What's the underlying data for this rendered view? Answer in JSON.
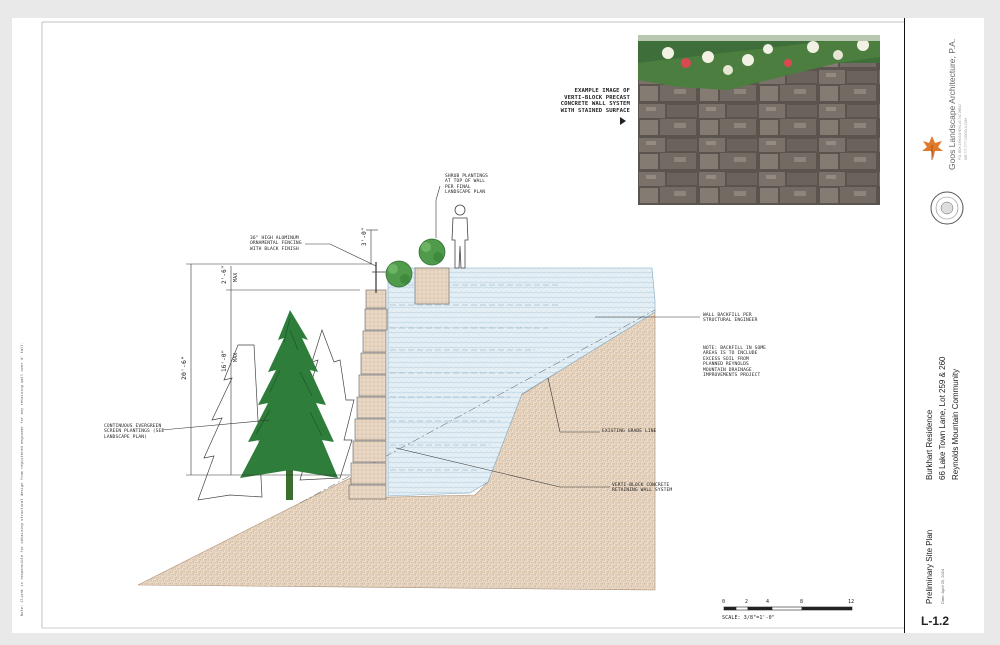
{
  "callouts": {
    "example_image": "EXAMPLE IMAGE OF\nVERTI-BLOCK PRECAST\nCONCRETE WALL SYSTEM\nWITH STAINED SURFACE",
    "shrub_plantings": "SHRUB PLANTINGS\nAT TOP OF WALL\nPER FINAL\nLANDSCAPE PLAN",
    "fencing": "36\" HIGH ALUMINUM\nORNAMENTAL FENCING\nWITH BLACK FINISH",
    "wall_backfill": "WALL BACKFILL PER\nSTRUCTURAL ENGINEER",
    "note": "NOTE: BACKFILL IN SOME\nAREAS IS TO INCLUDE\nEXCESS SOIL FROM\nPLANNED REYNOLDS\nMOUNTAIN DRAINAGE\nIMPROVEMENTS PROJECT",
    "evergreen": "CONTINUOUS EVERGREEN\nSCREEN PLANTINGS (SEE\nLANDSCAPE PLAN)",
    "existing_grade": "EXISTING GRADE LINE",
    "verti_block": "VERTI-BLOCK CONCRETE\nRETAINING WALL SYSTEM"
  },
  "dimensions": {
    "top": "3'-0\"",
    "upper": "2'-6\"",
    "upper_max": "MAX",
    "middle": "16'-0\"",
    "middle_max": "MAX",
    "overall": "20'-6\""
  },
  "scale": {
    "ticks": [
      "0",
      "2",
      "4",
      "8",
      "12"
    ],
    "label": "SCALE: 3/8\"=1'-0\""
  },
  "left_margin_note": "Note: Client is responsible for obtaining structural design from registered engineer for any retaining wall over 4' tall.",
  "title_block": {
    "firm_name": "Goos Landscape Architecture, P.A.",
    "firm_details": "P.O. BOX 2356  ASHEVILLE, NC 28802",
    "firm_details2": "828.777.7777  GOOSLA.COM",
    "project": "Burkhart Residence",
    "address": "66 Lake Town Lane, Lot 259 & 260",
    "community": "Reynolds Mountain Community",
    "sheet_title": "Preliminary Site Plan",
    "date": "Date: April 25, 2024",
    "sheet_number": "L-1.2"
  },
  "colors": {
    "soil": "#ecdccb",
    "water": "#e1eef6",
    "tree": "#2f7d3a",
    "block": "#ead9c6"
  }
}
